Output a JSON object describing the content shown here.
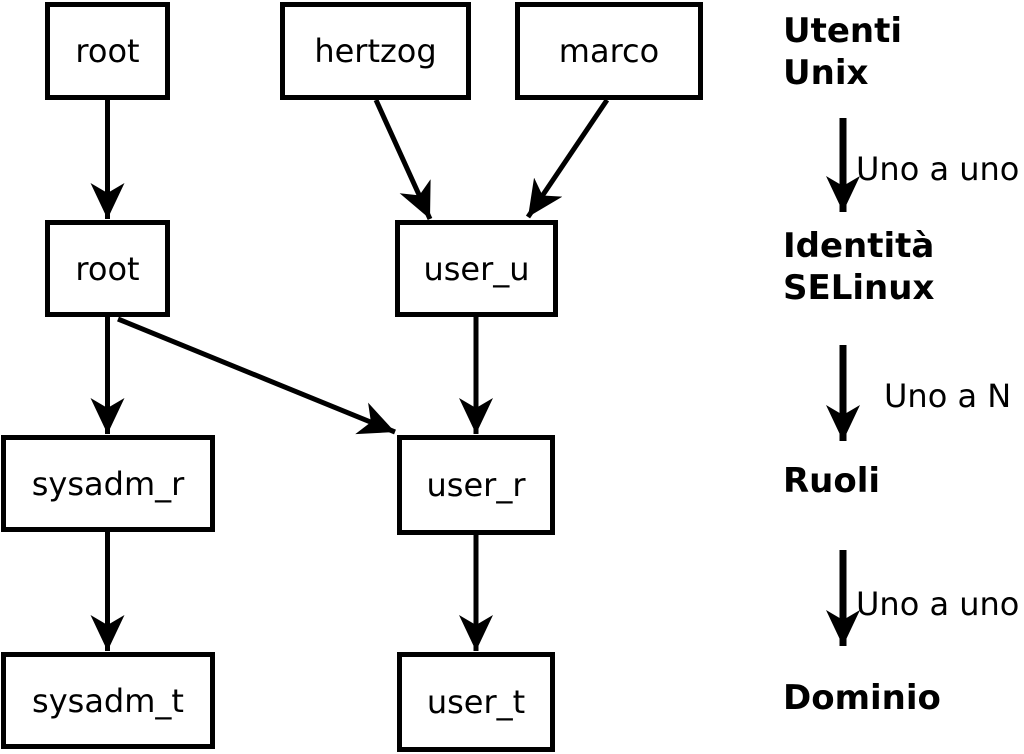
{
  "colors": {
    "foreground": "#000000",
    "background": "#ffffff"
  },
  "diagram": {
    "nodes": [
      {
        "id": "unix-root",
        "label": "root"
      },
      {
        "id": "unix-hertzog",
        "label": "hertzog"
      },
      {
        "id": "unix-marco",
        "label": "marco"
      },
      {
        "id": "selinux-root",
        "label": "root"
      },
      {
        "id": "selinux-user-u",
        "label": "user_u"
      },
      {
        "id": "role-sysadm-r",
        "label": "sysadm_r"
      },
      {
        "id": "role-user-r",
        "label": "user_r"
      },
      {
        "id": "domain-sysadm-t",
        "label": "sysadm_t"
      },
      {
        "id": "domain-user-t",
        "label": "user_t"
      }
    ],
    "edges": [
      {
        "from": "unix-root",
        "to": "selinux-root"
      },
      {
        "from": "unix-hertzog",
        "to": "selinux-user-u"
      },
      {
        "from": "unix-marco",
        "to": "selinux-user-u"
      },
      {
        "from": "selinux-root",
        "to": "role-sysadm-r"
      },
      {
        "from": "selinux-root",
        "to": "role-user-r"
      },
      {
        "from": "selinux-user-u",
        "to": "role-user-r"
      },
      {
        "from": "role-sysadm-r",
        "to": "domain-sysadm-t"
      },
      {
        "from": "role-user-r",
        "to": "domain-user-t"
      }
    ]
  },
  "legend": {
    "levels": [
      {
        "label": "Utenti\nUnix"
      },
      {
        "label": "Identità\nSELinux"
      },
      {
        "label": "Ruoli"
      },
      {
        "label": "Dominio"
      }
    ],
    "relations": [
      {
        "label": "Uno a uno"
      },
      {
        "label": "Uno a N"
      },
      {
        "label": "Uno a uno"
      }
    ]
  }
}
